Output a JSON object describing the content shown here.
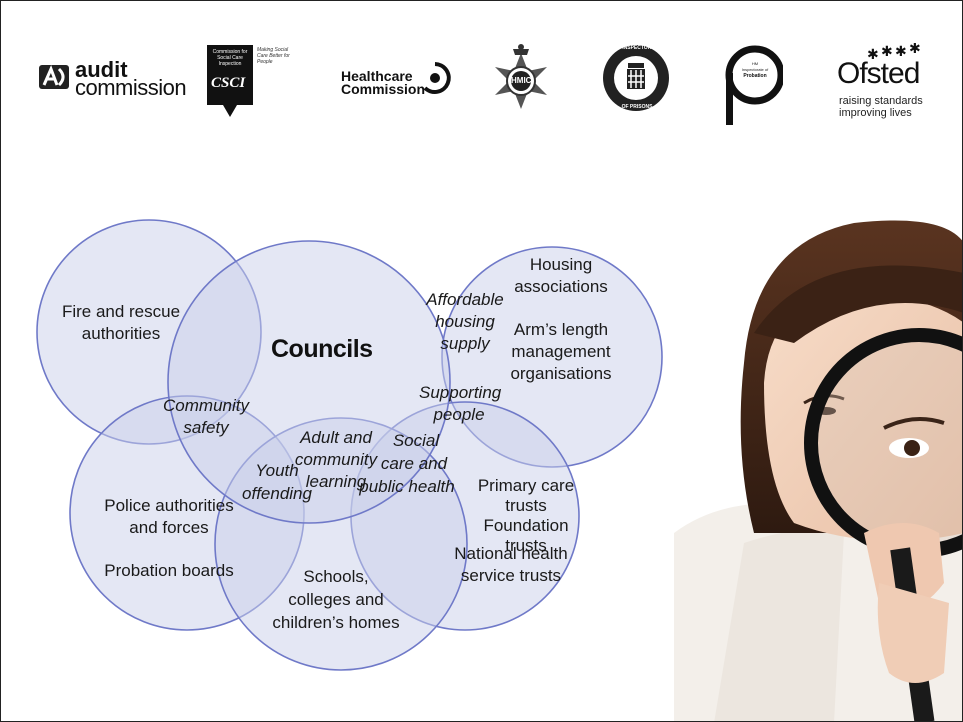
{
  "logos": {
    "audit": {
      "word1": "audit",
      "word2": "commission"
    },
    "csci": {
      "badge_text": "CSCI",
      "small": "Commission for Social Care Inspection",
      "tagline": "Making Social Care Better for People"
    },
    "healthcare": {
      "line1": "Healthcare",
      "line2": "Commission"
    },
    "hmic": {
      "text": "HMIC"
    },
    "prisons": {
      "top": "HM INSPECTORATE",
      "bottom": "OF PRISONS"
    },
    "probation": {
      "line1": "HM",
      "line2": "Inspectorate of",
      "line3": "Probation"
    },
    "ofsted": {
      "name": "Ofsted",
      "line1": "raising standards",
      "line2": "improving lives"
    }
  },
  "diagram": {
    "circles": {
      "councils": "Councils",
      "fire": [
        "Fire and rescue",
        "authorities"
      ],
      "housing": [
        "Housing",
        "associations"
      ],
      "almo": [
        "Arm’s length",
        "management",
        "organisations"
      ],
      "police": [
        "Police authorities",
        "and forces"
      ],
      "probation": "Probation boards",
      "health": [
        "Primary care trusts",
        "Foundation trusts",
        "National health",
        "service trusts"
      ],
      "schools": [
        "Schools,",
        "colleges and",
        "children’s homes"
      ]
    },
    "overlaps": {
      "affordable": [
        "Affordable",
        "housing",
        "supply"
      ],
      "supporting": [
        "Supporting",
        "people"
      ],
      "community": [
        "Community",
        "safety"
      ],
      "adult": [
        "Adult and",
        "community",
        "learning"
      ],
      "social": [
        "Social",
        "care and",
        "public health"
      ],
      "youth": [
        "Youth",
        "offending"
      ]
    }
  },
  "colors": {
    "circle_fill": "#c9d0ea",
    "circle_stroke": "#6f79c8",
    "text": "#1a1a1a"
  }
}
